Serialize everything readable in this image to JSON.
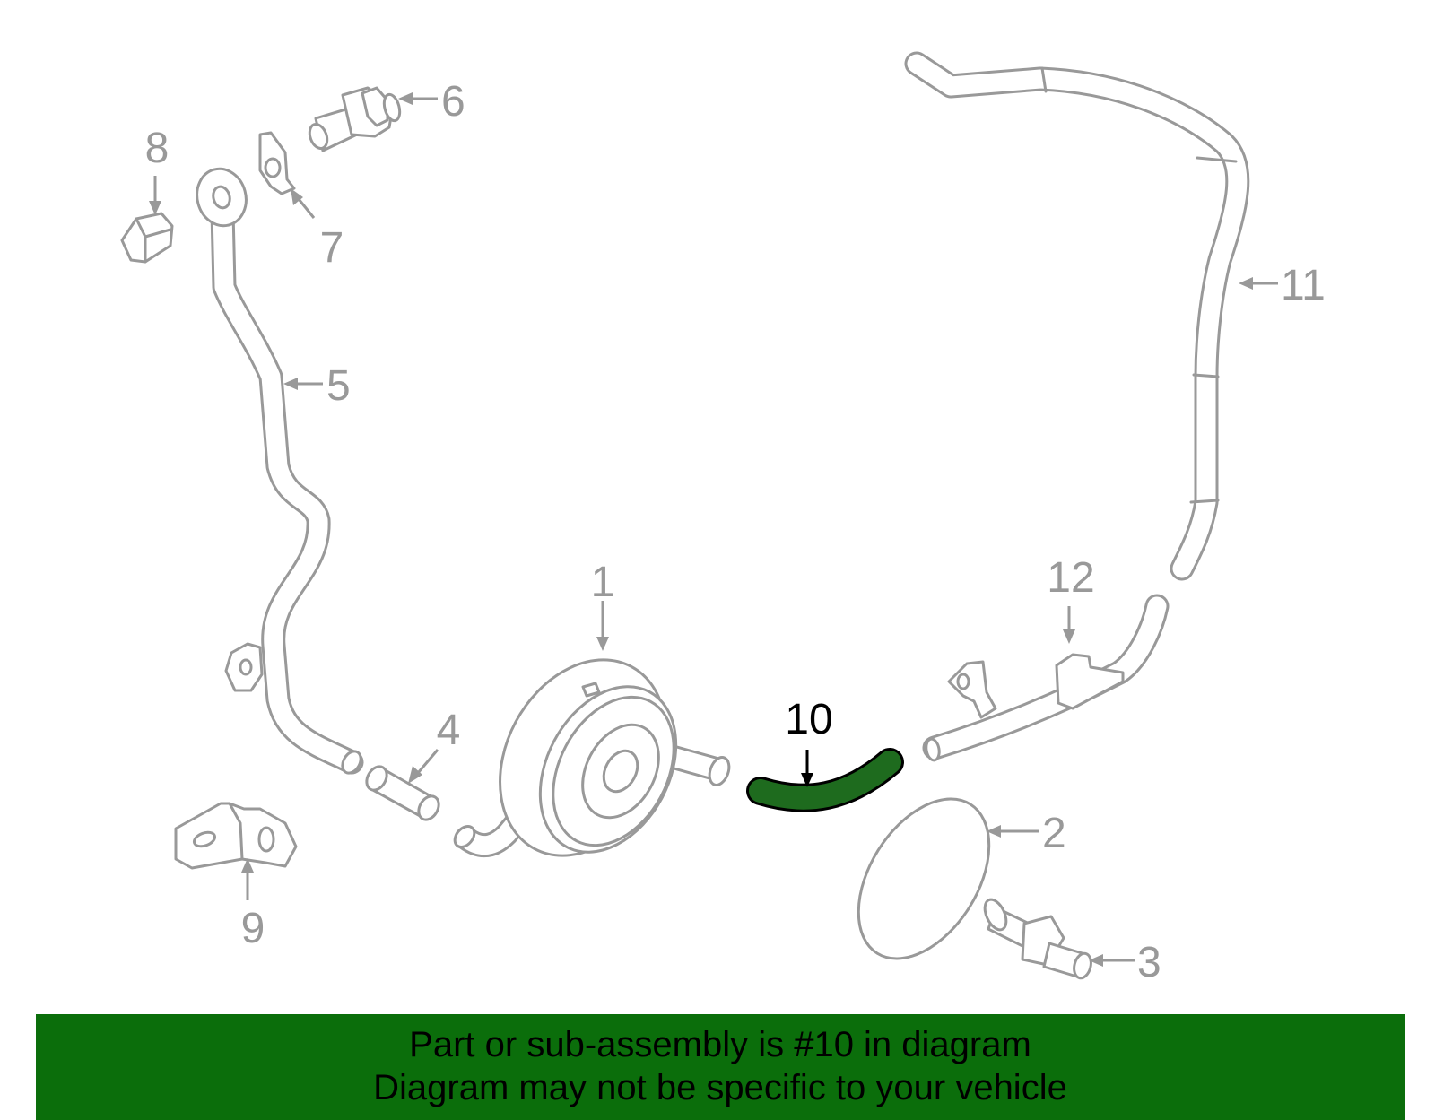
{
  "diagram": {
    "highlight_color": "#1e6b1e",
    "parts": [
      {
        "id": "1",
        "label": "1",
        "icon": "oil-cooler-icon"
      },
      {
        "id": "2",
        "label": "2",
        "icon": "o-ring-icon"
      },
      {
        "id": "3",
        "label": "3",
        "icon": "connector-bolt-icon"
      },
      {
        "id": "4",
        "label": "4",
        "icon": "sleeve-icon"
      },
      {
        "id": "5",
        "label": "5",
        "icon": "oil-tube-icon"
      },
      {
        "id": "6",
        "label": "6",
        "icon": "union-bolt-icon"
      },
      {
        "id": "7",
        "label": "7",
        "icon": "gasket-icon"
      },
      {
        "id": "8",
        "label": "8",
        "icon": "cap-icon"
      },
      {
        "id": "9",
        "label": "9",
        "icon": "bracket-icon"
      },
      {
        "id": "10",
        "label": "10",
        "icon": "hose-icon",
        "highlighted": true
      },
      {
        "id": "11",
        "label": "11",
        "icon": "water-pipe-icon"
      },
      {
        "id": "12",
        "label": "12",
        "icon": "pipe-bracket-icon"
      }
    ]
  },
  "banner": {
    "line1": "Part or sub-assembly is #10 in diagram",
    "line2": "Diagram may not be specific to your vehicle",
    "color": "#0b6e0b"
  }
}
